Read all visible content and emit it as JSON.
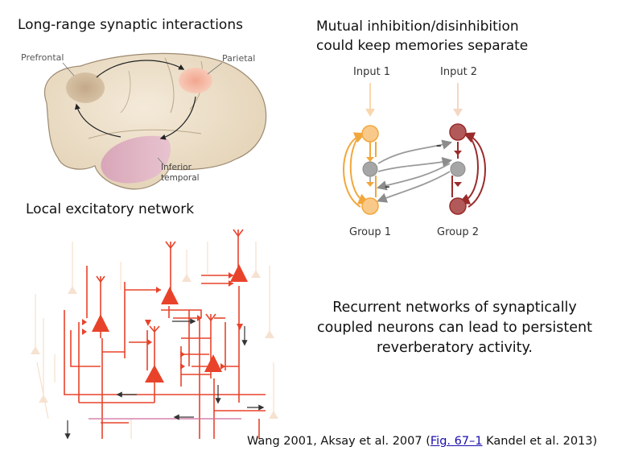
{
  "slide": {
    "titles": {
      "long_range": "Long-range synaptic interactions",
      "mutual_inhibition_line1": "Mutual inhibition/disinhibition",
      "mutual_inhibition_line2": "could keep memories separate",
      "local_network": "Local excitatory network"
    },
    "brain_labels": {
      "prefrontal": "Prefrontal",
      "parietal": "Parietal",
      "inferior_line1": "Inferior",
      "inferior_line2": "temporal"
    },
    "circuit_labels": {
      "input1": "Input 1",
      "input2": "Input 2",
      "group1": "Group 1",
      "group2": "Group 2",
      "minus": "–"
    },
    "caption": {
      "line1": "Recurrent networks of synaptically",
      "line2": "coupled neurons can lead to persistent",
      "line3": "reverberatory activity."
    },
    "citation": {
      "before": "Wang 2001, Aksay et al. 2007 (",
      "link": "Fig. 67–1",
      "after": " Kandel et al. 2013)"
    },
    "colors": {
      "orange": "#f2a73b",
      "orange_light": "#f9c98a",
      "darkred": "#9a2b2b",
      "darkred_fill": "#b25a5a",
      "gray": "#9a9a9a",
      "network_red": "#e8432a",
      "ghost": "#f6e2d0"
    }
  }
}
